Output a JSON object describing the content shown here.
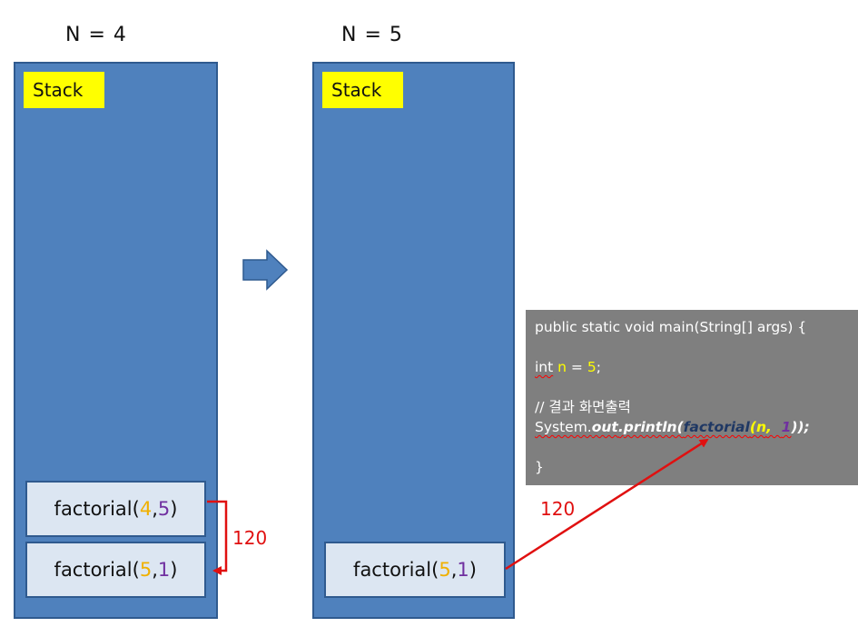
{
  "left": {
    "heading": "N = 4",
    "stack_label": "Stack",
    "frames": [
      {
        "name": "factorial",
        "a": "4",
        "b": "5"
      },
      {
        "name": "factorial",
        "a": "5",
        "b": "1"
      }
    ],
    "return_value": "120"
  },
  "right": {
    "heading": "N = 5",
    "stack_label": "Stack",
    "frames": [
      {
        "name": "factorial",
        "a": "5",
        "b": "1"
      }
    ],
    "return_value": "120"
  },
  "code": {
    "line1": "public static void main(String[] args) {",
    "line2_kw": "int",
    "line2_var": "n",
    "line2_eq": " = ",
    "line2_val": "5",
    "line2_end": ";",
    "line3": "// 결과 화면출력",
    "line4_system": "System.",
    "line4_out": "out",
    "line4_dot": ".",
    "line4_println": "println(",
    "line4_factorial": "factorial",
    "line4_open": "(",
    "line4_n": "n",
    "line4_comma": ",  ",
    "line4_one": "1",
    "line4_close": "));",
    "line5": "}"
  },
  "colors": {
    "stack_bg": "#4f81bd",
    "frame_bg": "#dce6f2",
    "label_bg": "#ffff00",
    "arrow_red": "#e01010",
    "code_bg": "#7f7f7f"
  }
}
